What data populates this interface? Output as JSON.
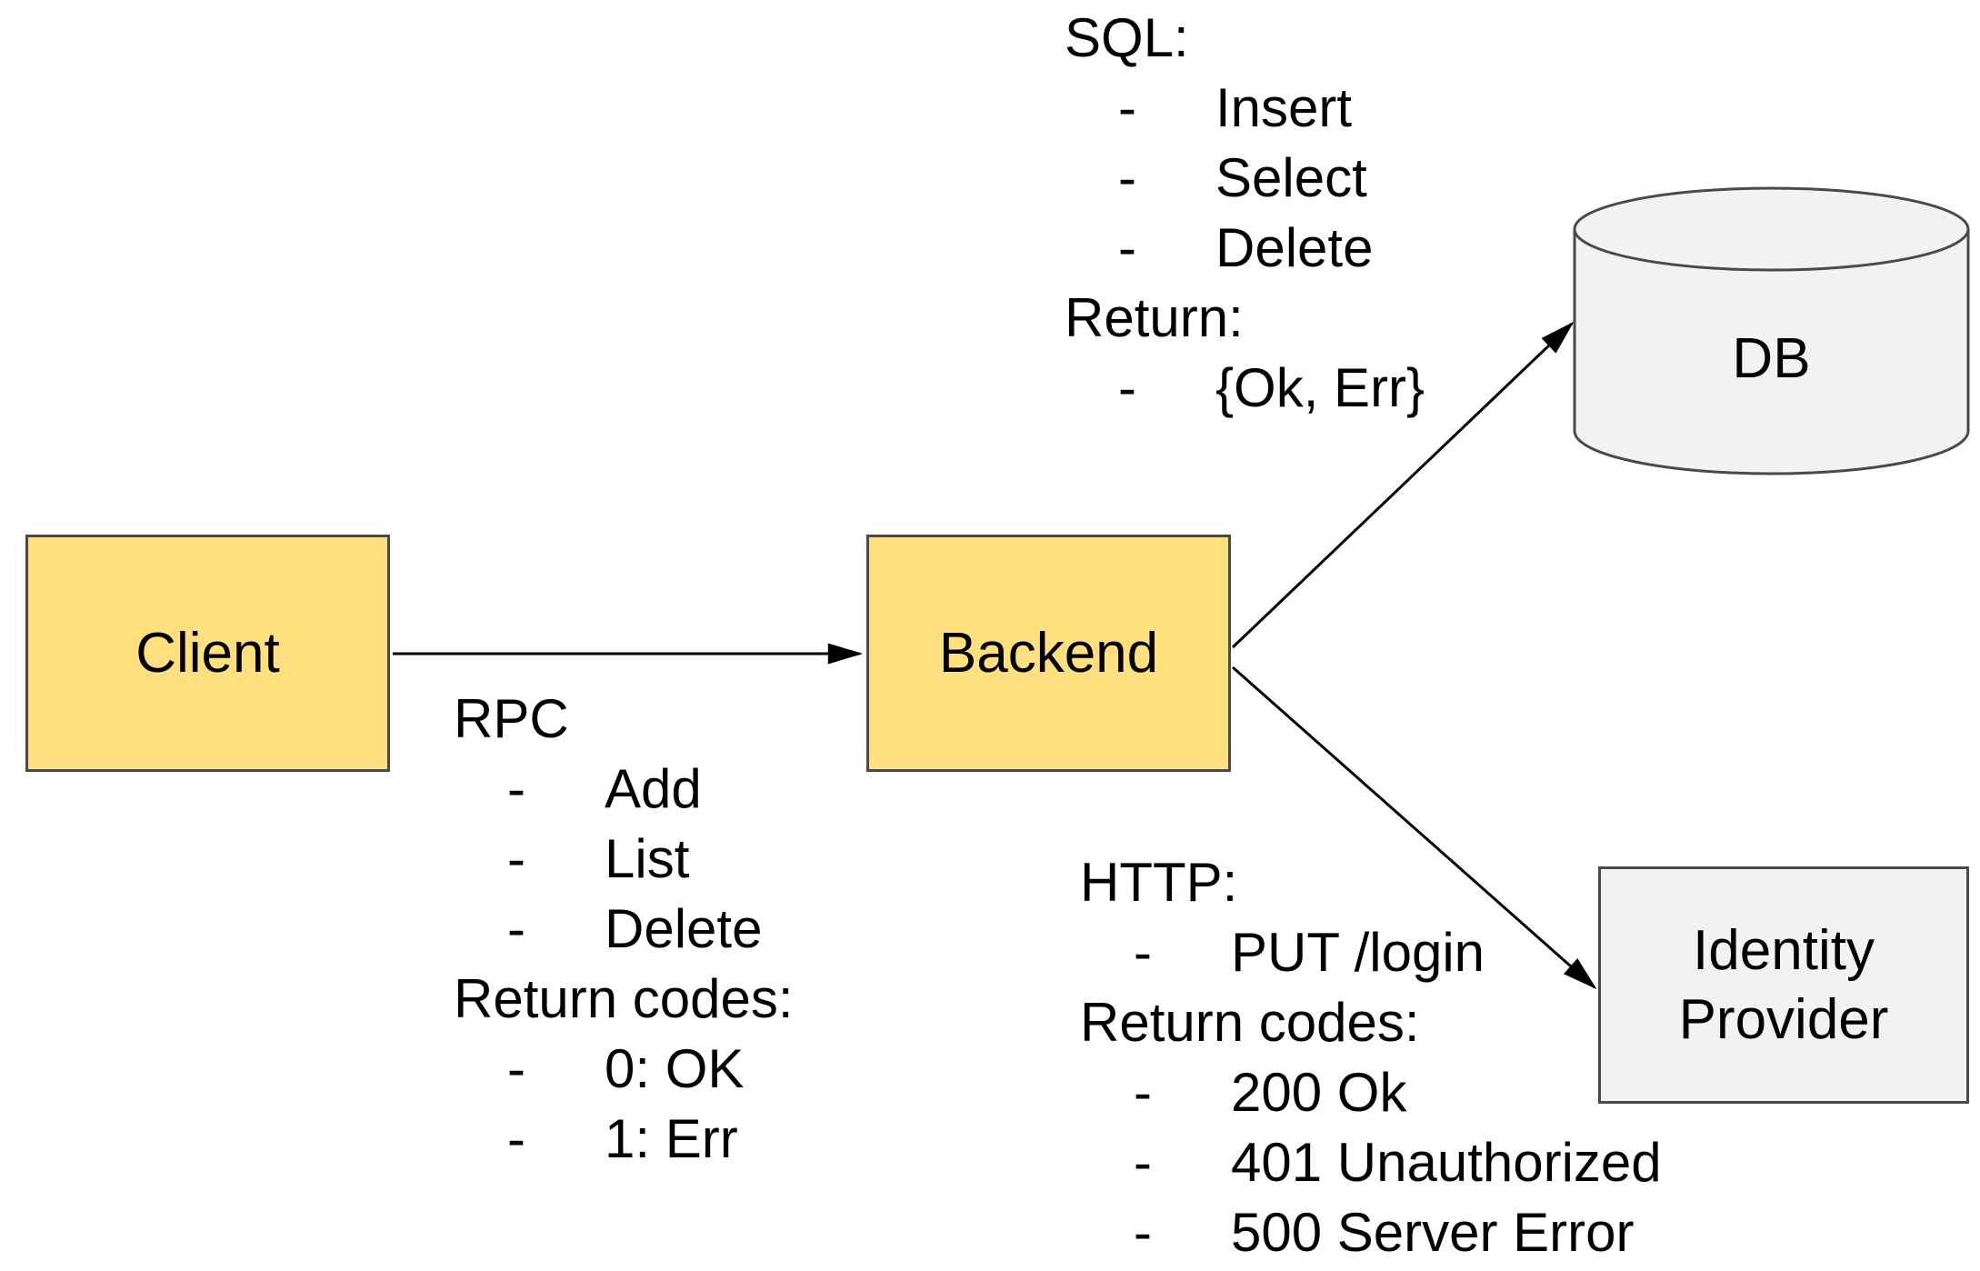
{
  "nodes": {
    "client": {
      "label": "Client"
    },
    "backend": {
      "label": "Backend"
    },
    "db": {
      "label": "DB"
    },
    "idp": {
      "label": "Identity Provider"
    }
  },
  "annotations": {
    "sql": {
      "title": "SQL:",
      "items": [
        "Insert",
        "Select",
        "Delete"
      ],
      "return_title": "Return:",
      "return_items": [
        "{Ok, Err}"
      ]
    },
    "rpc": {
      "title": "RPC",
      "items": [
        "Add",
        "List",
        "Delete"
      ],
      "return_title": "Return codes:",
      "return_items": [
        "0: OK",
        "1: Err"
      ]
    },
    "http": {
      "title": "HTTP:",
      "items": [
        "PUT /login"
      ],
      "return_title": "Return codes:",
      "return_items": [
        "200 Ok",
        "401 Unauthorized",
        "500 Server Error"
      ]
    }
  },
  "edges": [
    {
      "from": "client",
      "to": "backend"
    },
    {
      "from": "backend",
      "to": "db"
    },
    {
      "from": "backend",
      "to": "idp"
    }
  ],
  "colors": {
    "node_yellow": "#ffdf7e",
    "node_gray": "#f2f2f2",
    "border": "#4a4a4a",
    "arrow": "#000000"
  },
  "ui": {
    "dash": "-"
  }
}
